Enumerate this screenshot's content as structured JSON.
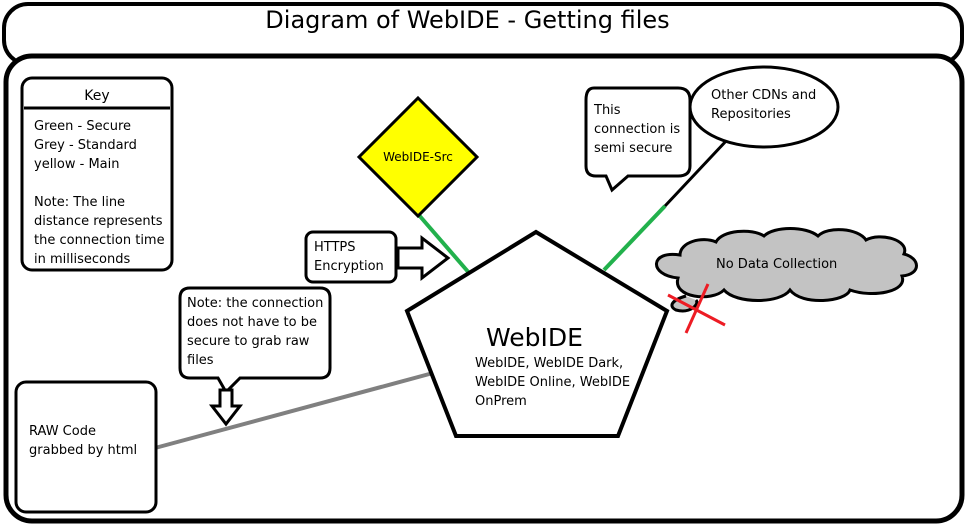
{
  "title": "Diagram of WebIDE - Getting files",
  "key": {
    "heading": "Key",
    "lines": [
      "Green - Secure",
      "Grey - Standard",
      "yellow - Main",
      "",
      "Note: The line",
      "distance represents",
      "the connection time",
      "in milliseconds"
    ]
  },
  "webide_src": "WebIDE-Src",
  "https_box": {
    "lines": [
      "HTTPS",
      "Encryption"
    ]
  },
  "semi_secure_box": {
    "lines": [
      "This",
      "connection is",
      "semi secure"
    ]
  },
  "cdn_bubble": {
    "lines": [
      "Other CDNs and",
      "Repositories"
    ]
  },
  "cloud": "No Data Collection",
  "raw_note": {
    "lines": [
      "Note: the connection",
      "does not have to be",
      "secure to grab raw",
      "files"
    ]
  },
  "raw_code": {
    "lines": [
      "RAW Code",
      "grabbed by html"
    ]
  },
  "webide": {
    "title": "WebIDE",
    "variants": [
      "WebIDE, WebIDE Dark,",
      "WebIDE Online, WebIDE",
      "OnPrem"
    ]
  },
  "colors": {
    "secure": "#22b14c",
    "standard": "#808080",
    "main": "#ffff00",
    "cloud": "#c3c3c3",
    "cross": "#ed1c24"
  }
}
